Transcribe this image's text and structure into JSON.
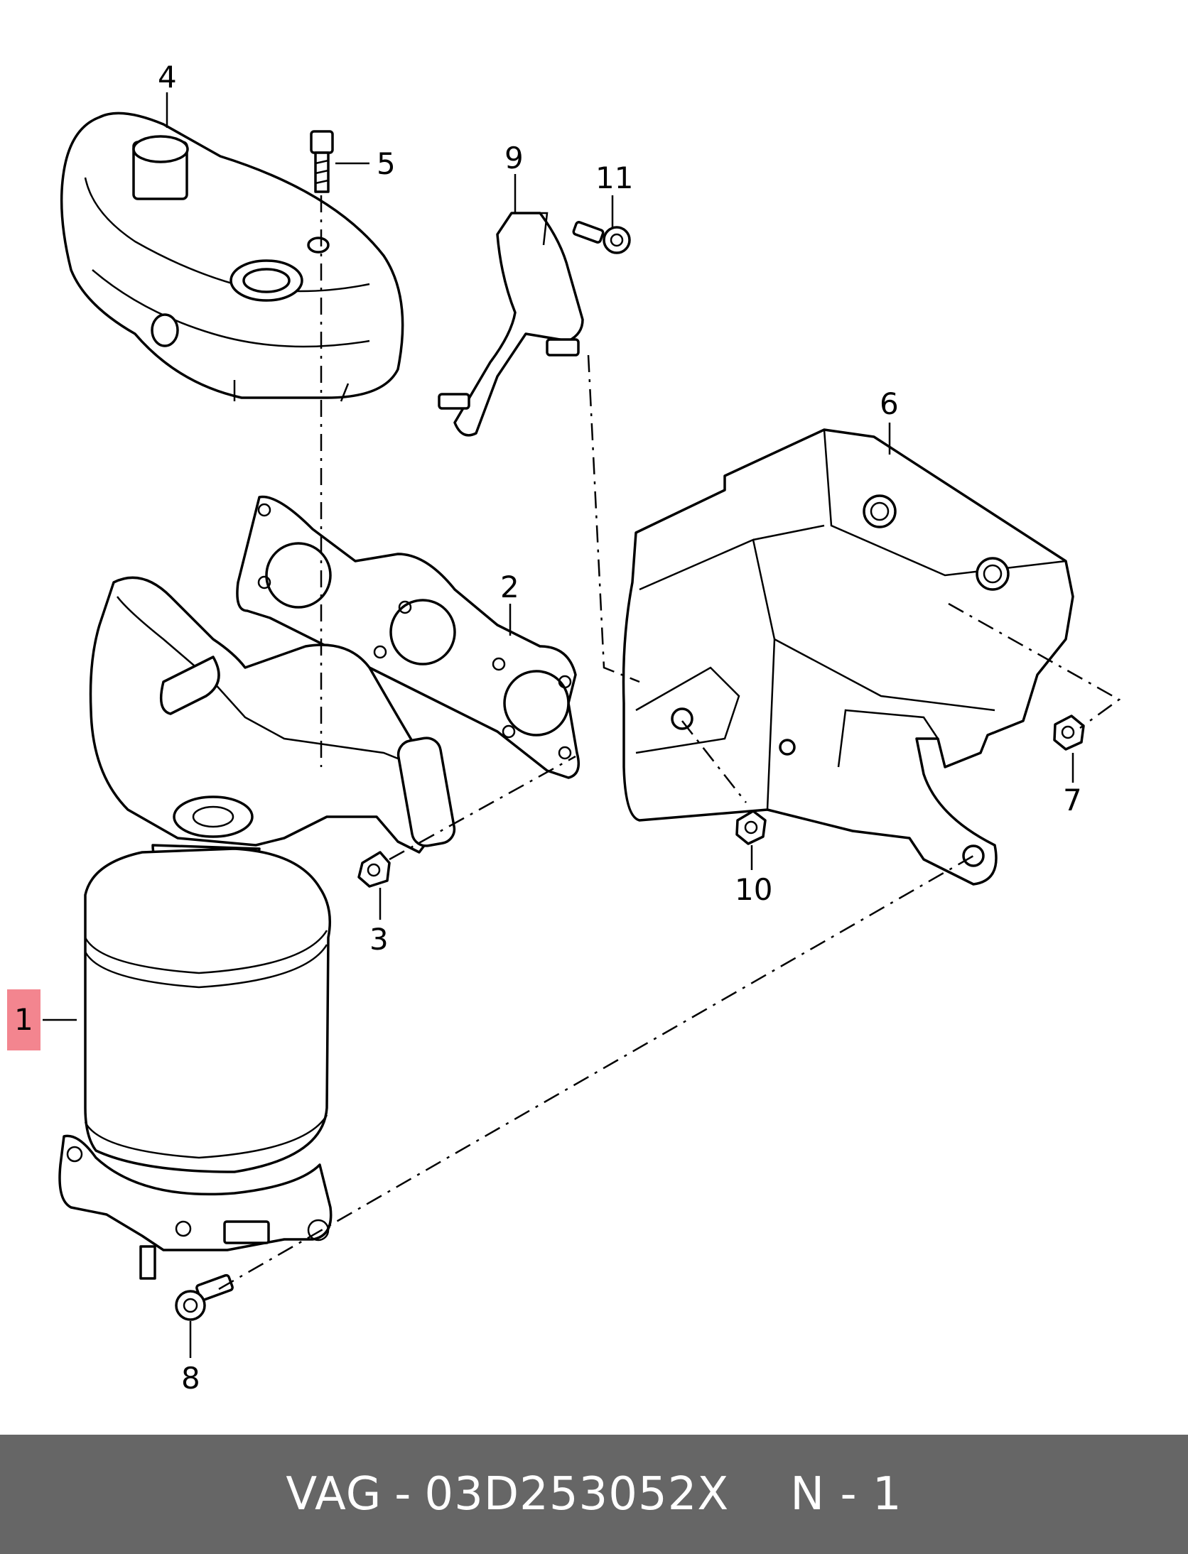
{
  "diagram": {
    "callouts": [
      {
        "id": "1",
        "label": "1",
        "highlighted": true
      },
      {
        "id": "2",
        "label": "2"
      },
      {
        "id": "3",
        "label": "3"
      },
      {
        "id": "4",
        "label": "4"
      },
      {
        "id": "5",
        "label": "5"
      },
      {
        "id": "6",
        "label": "6"
      },
      {
        "id": "7",
        "label": "7"
      },
      {
        "id": "8",
        "label": "8"
      },
      {
        "id": "9",
        "label": "9"
      },
      {
        "id": "10",
        "label": "10"
      },
      {
        "id": "11",
        "label": "11"
      }
    ],
    "highlight_color": "#f3858f"
  },
  "footer": {
    "brand": "VAG",
    "separator": "-",
    "part_number": "03D253052X",
    "position_label": "N - 1",
    "background_color": "#666666"
  }
}
